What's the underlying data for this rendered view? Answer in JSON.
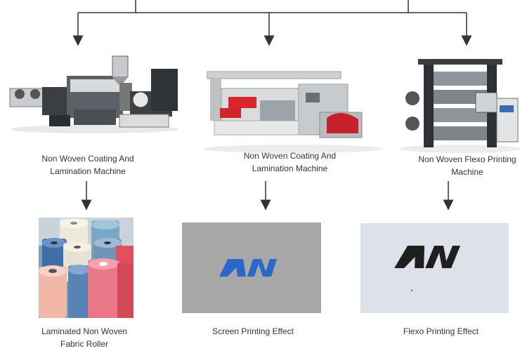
{
  "columns": [
    {
      "machine_label": "Non Woven Coating And Lamination Machine",
      "machine_label_lines": [
        "Non Woven Coating And",
        "Lamination Machine"
      ],
      "product_label_lines": [
        "Laminated Non Woven",
        "Fabric Roller"
      ]
    },
    {
      "machine_label_lines": [
        "Non Woven Coating And",
        "Lamination Machine"
      ],
      "product_label_lines": [
        "Screen Printing Effect"
      ],
      "logo_color": "#2a67c9"
    },
    {
      "machine_label_lines": [
        "Non Woven Flexo Printing",
        "Machine"
      ],
      "product_label_lines": [
        "Flexo Printing Effect"
      ],
      "logo_color": "#1f1f1f"
    }
  ],
  "colors": {
    "line": "#333333",
    "screen_bg": "#a7a7a7",
    "flexo_bg": "#dde2ea"
  }
}
